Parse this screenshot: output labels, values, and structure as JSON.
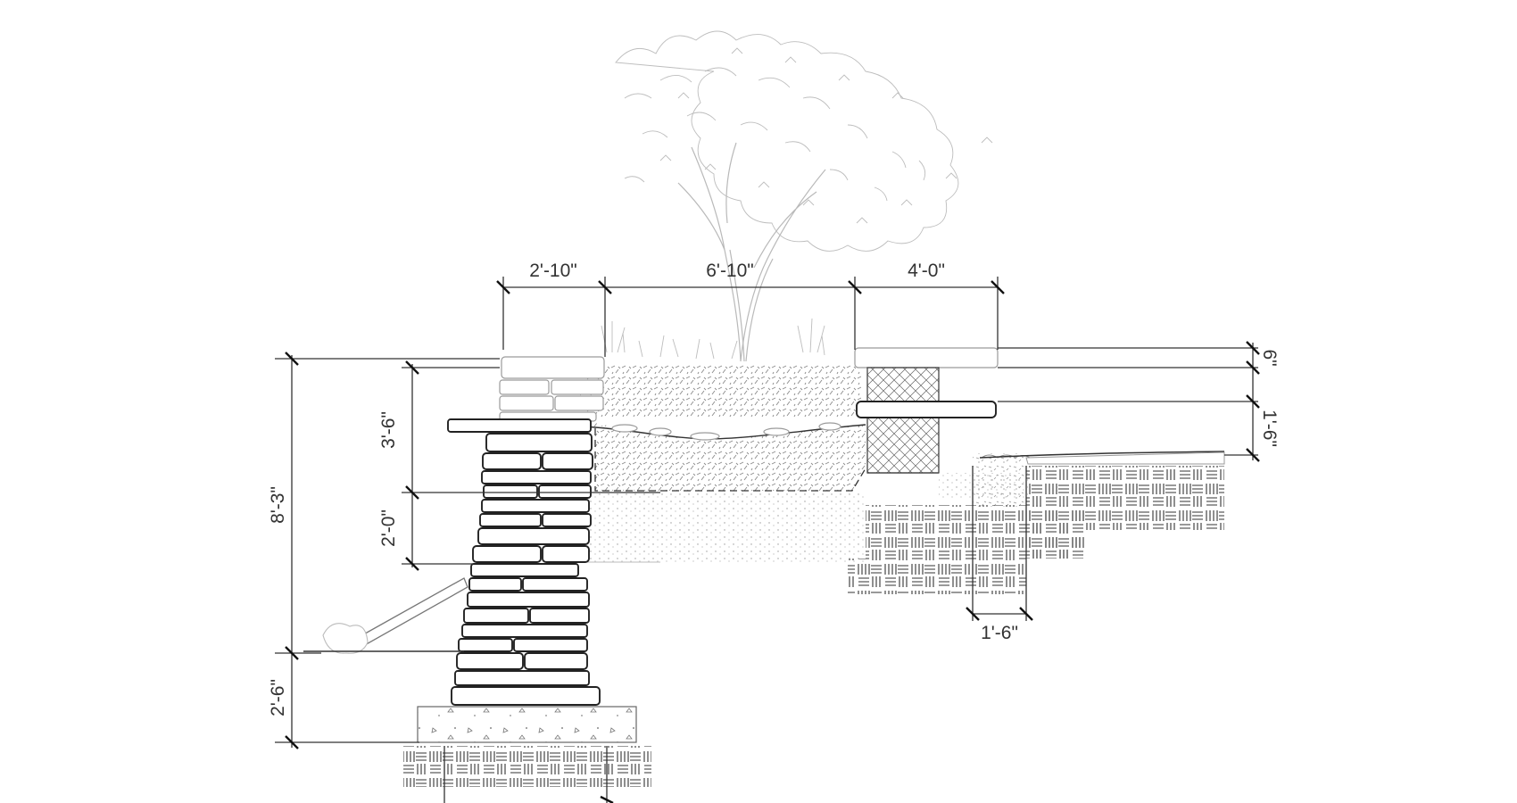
{
  "dimensions": {
    "top_left_width": "2'-10\"",
    "top_mid_width": "6'-10\"",
    "top_right_width": "4'-0\"",
    "left_total_height": "8'-3\"",
    "left_upper_height": "3'-6\"",
    "left_lower_height": "2'-0\"",
    "footing_depth": "2'-6\"",
    "right_cap_height": "6\"",
    "right_wall_height": "1'-6\"",
    "gravel_width": "1'-6\""
  },
  "colors": {
    "line": "#333333",
    "stone_outline": "#222222",
    "light_line": "#9a9a9a",
    "tree": "#b9b9b9"
  }
}
